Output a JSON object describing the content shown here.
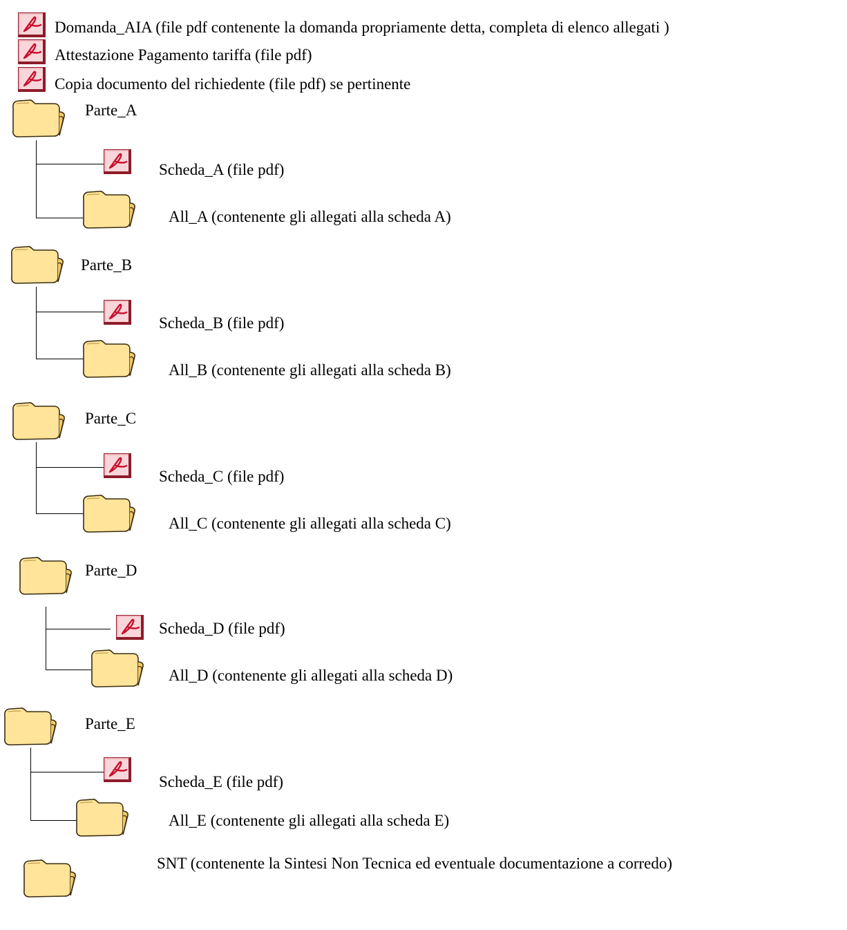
{
  "top_files": [
    {
      "label": "Domanda_AIA (file pdf contenente la domanda propriamente detta, completa di elenco allegati )",
      "icon": "pdf-icon"
    },
    {
      "label": "Attestazione Pagamento tariffa (file pdf)",
      "icon": "pdf-icon"
    },
    {
      "label": "Copia documento del richiedente  (file pdf) se pertinente",
      "icon": "pdf-icon"
    }
  ],
  "parts": [
    {
      "folder": "Parte_A",
      "scheda": "Scheda_A (file pdf)",
      "allegati": "All_A (contenente gli allegati alla scheda A)"
    },
    {
      "folder": "Parte_B",
      "scheda": "Scheda_B (file pdf)",
      "allegati": "All_B (contenente gli allegati alla scheda B)"
    },
    {
      "folder": "Parte_C",
      "scheda": "Scheda_C (file pdf)",
      "allegati": "All_C (contenente gli allegati alla scheda C)"
    },
    {
      "folder": "Parte_D",
      "scheda": "Scheda_D (file pdf)",
      "allegati": "All_D (contenente gli allegati alla scheda D)"
    },
    {
      "folder": "Parte_E",
      "scheda": "Scheda_E (file pdf)",
      "allegati": "All_E (contenente gli allegati alla scheda E)"
    }
  ],
  "snt": {
    "label": "SNT (contenente la Sintesi Non Tecnica ed eventuale documentazione a corredo)"
  },
  "colors": {
    "folder_fill": "#FFE49A",
    "pdf_red": "#C8102E",
    "pdf_tile": "#F3B7BE",
    "line": "#000000"
  }
}
